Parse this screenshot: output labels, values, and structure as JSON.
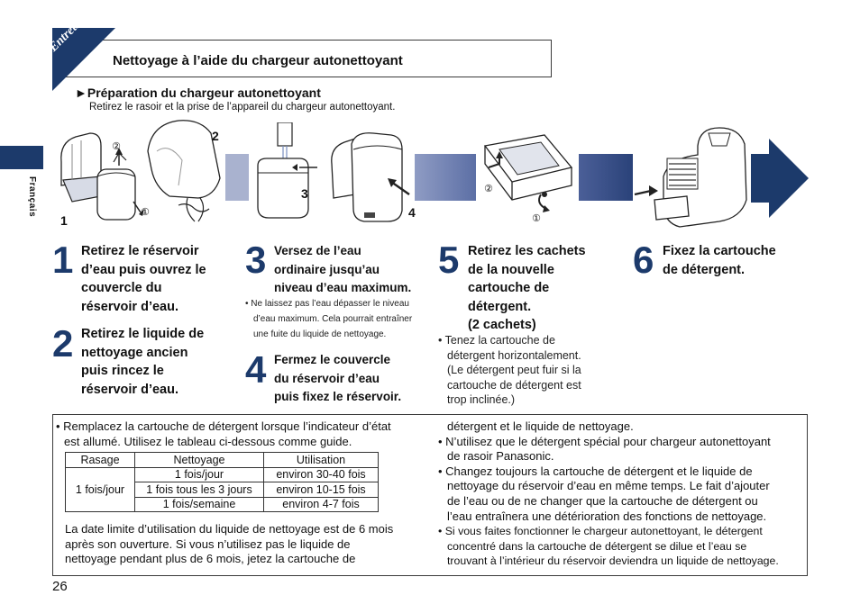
{
  "header": {
    "section_tab": "Entretien",
    "title": "Nettoyage à l’aide du chargeur autonettoyant",
    "language_tab": "Français"
  },
  "preparation": {
    "marker": "►",
    "title": "Préparation du chargeur autonettoyant",
    "text": "Retirez le rasoir et la prise de l’appareil du chargeur autonettoyant."
  },
  "illustration_labels": {
    "fig1_1": "1",
    "fig1_2": "2",
    "fig1_c1": "①",
    "fig1_c2": "②",
    "fig3": "3",
    "fig4": "4",
    "fig5_c1": "①",
    "fig5_c2": "②"
  },
  "steps": [
    {
      "num": "1",
      "lines": [
        "Retirez le réservoir",
        "d’eau puis ouvrez le",
        "couvercle du",
        "réservoir d’eau."
      ]
    },
    {
      "num": "2",
      "lines": [
        "Retirez le liquide de",
        "nettoyage ancien",
        "puis rincez le",
        "réservoir d’eau."
      ]
    },
    {
      "num": "3",
      "lines": [
        "Versez de l’eau",
        "ordinaire jusqu’au",
        "niveau d’eau maximum."
      ],
      "note": [
        "• Ne laissez pas l’eau dépasser le niveau",
        "d’eau maximum. Cela pourrait entraîner",
        "une fuite du liquide de nettoyage."
      ]
    },
    {
      "num": "4",
      "lines": [
        "Fermez le couvercle",
        "du réservoir d’eau",
        "puis fixez le réservoir."
      ]
    },
    {
      "num": "5",
      "lines": [
        "Retirez les cachets",
        "de la nouvelle",
        "cartouche de",
        "détergent.",
        "(2 cachets)"
      ],
      "note": [
        "• Tenez la cartouche de",
        "détergent horizontalement.",
        "(Le détergent peut fuir si la",
        "cartouche de détergent est",
        "trop inclinée.)"
      ]
    },
    {
      "num": "6",
      "lines": [
        "Fixez la cartouche",
        "de détergent."
      ]
    }
  ],
  "notes_box": {
    "left_intro": [
      "• Remplacez la cartouche de détergent lorsque l’indicateur d’état",
      "est allumé. Utilisez le tableau ci-dessous comme guide."
    ],
    "table": {
      "headers": [
        "Rasage",
        "Nettoyage",
        "Utilisation"
      ],
      "row_label": "1 fois/jour",
      "rows": [
        [
          "1 fois/jour",
          "environ 30-40 fois"
        ],
        [
          "1 fois tous les 3 jours",
          "environ 10-15 fois"
        ],
        [
          "1 fois/semaine",
          "environ 4-7 fois"
        ]
      ]
    },
    "left_para": [
      "La date limite d’utilisation du liquide de nettoyage est de 6 mois",
      "après son ouverture. Si vous n’utilisez pas le liquide de",
      "nettoyage pendant plus de 6 mois, jetez la cartouche de"
    ],
    "right_lines": [
      "détergent et le liquide de nettoyage.",
      "• N’utilisez que le détergent spécial pour chargeur autonettoyant",
      "de rasoir Panasonic.",
      "• Changez toujours la cartouche de détergent et le liquide de",
      "nettoyage du réservoir d’eau en même temps. Le fait d’ajouter",
      "de l’eau ou de ne changer que la cartouche de détergent ou",
      "l’eau entraînera une détérioration des fonctions de nettoyage.",
      "• Si vous faites fonctionner le chargeur autonettoyant, le détergent",
      "concentré dans la cartouche de détergent se dilue et l’eau se",
      "trouvant à l’intérieur du réservoir deviendra un liquide de nettoyage."
    ]
  },
  "page_number": "26",
  "colors": {
    "accent": "#1c3a6b",
    "band_light": "#a9b2cf",
    "band_mid": "#6e7fb0"
  }
}
